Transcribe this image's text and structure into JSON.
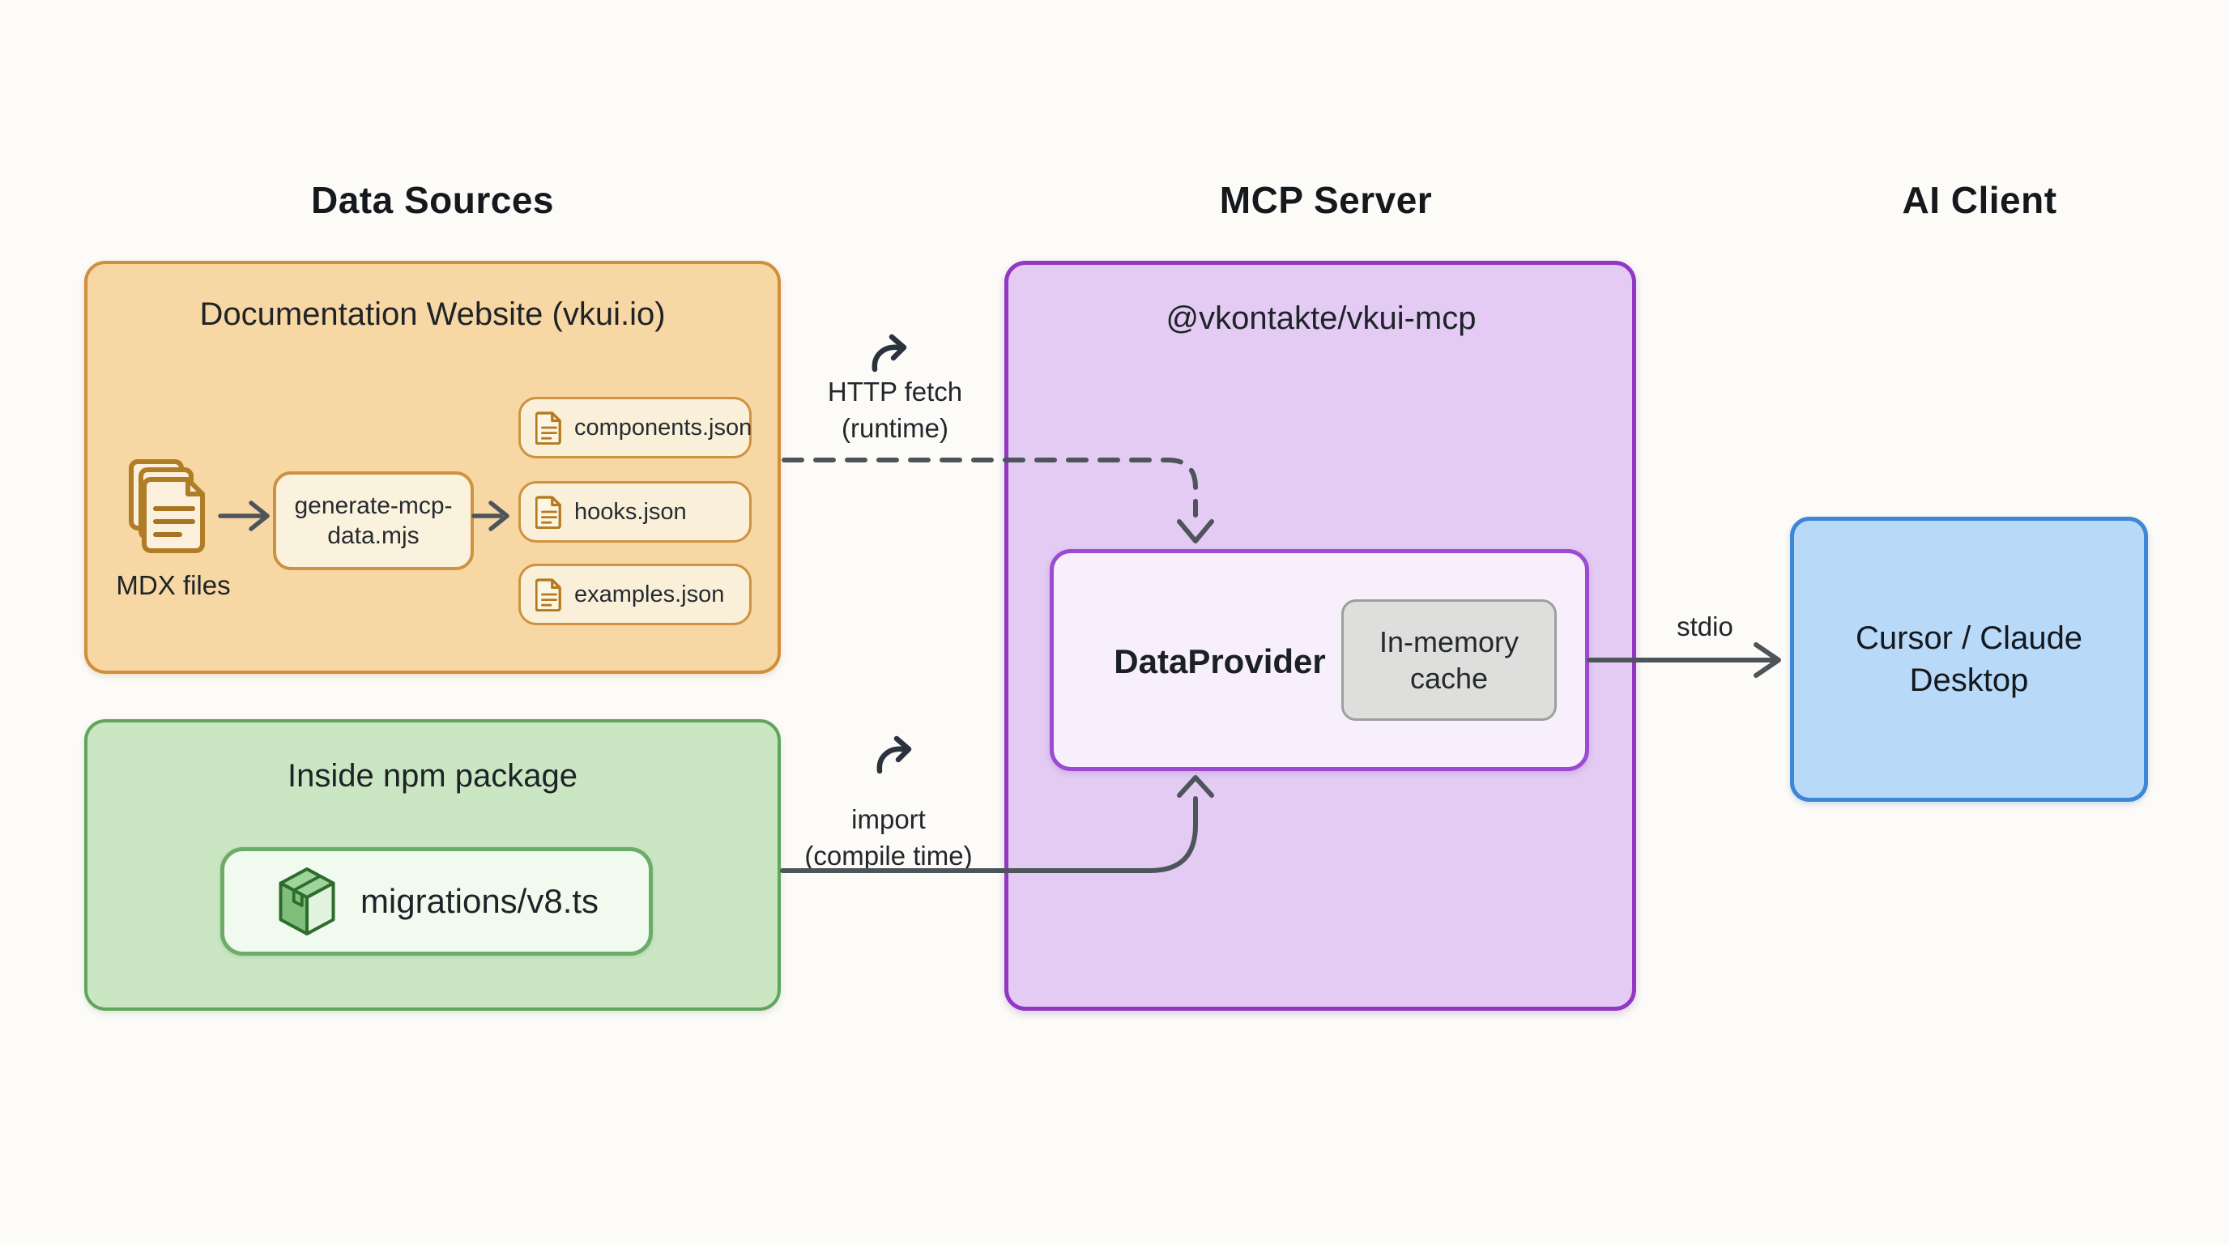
{
  "headers": {
    "data_sources": "Data Sources",
    "mcp_server": "MCP Server",
    "ai_client": "AI Client"
  },
  "doc_site": {
    "title": "Documentation Website (vkui.io)",
    "mdx_label": "MDX files",
    "script_name": "generate-mcp-data.mjs",
    "outputs": [
      {
        "label": "components.json"
      },
      {
        "label": "hooks.json"
      },
      {
        "label": "examples.json"
      }
    ]
  },
  "npm_package": {
    "title": "Inside npm package",
    "module": "migrations/v8.ts"
  },
  "mcp": {
    "title": "@vkontakte/vkui-mcp",
    "data_provider": "DataProvider",
    "cache": "In-memory cache"
  },
  "ai": {
    "client": "Cursor / Claude Desktop"
  },
  "edges": {
    "http_fetch": {
      "line1": "HTTP fetch",
      "line2": "(runtime)"
    },
    "import": {
      "line1": "import",
      "line2": "(compile time)"
    },
    "stdio": "stdio"
  },
  "icons": {
    "mdx": "stacked-documents-icon",
    "json_output": "document-icon",
    "npm_module": "package-cube-icon",
    "http_fetch": "curved-arrow-icon",
    "import": "curved-arrow-icon"
  },
  "colors": {
    "background": "#FCFBF7",
    "orange_fill": "#F7D7A3",
    "orange_border": "#D18E3C",
    "green_fill": "#CBE6C3",
    "green_border": "#60A45E",
    "purple_fill": "#E3CBF3",
    "purple_border": "#9137C2",
    "inner_purple_fill": "#F7EFFB",
    "cache_fill": "#DEDEDC",
    "blue_fill": "#B8D9F8",
    "blue_border": "#3E86D8",
    "arrow": "#4D555B"
  }
}
